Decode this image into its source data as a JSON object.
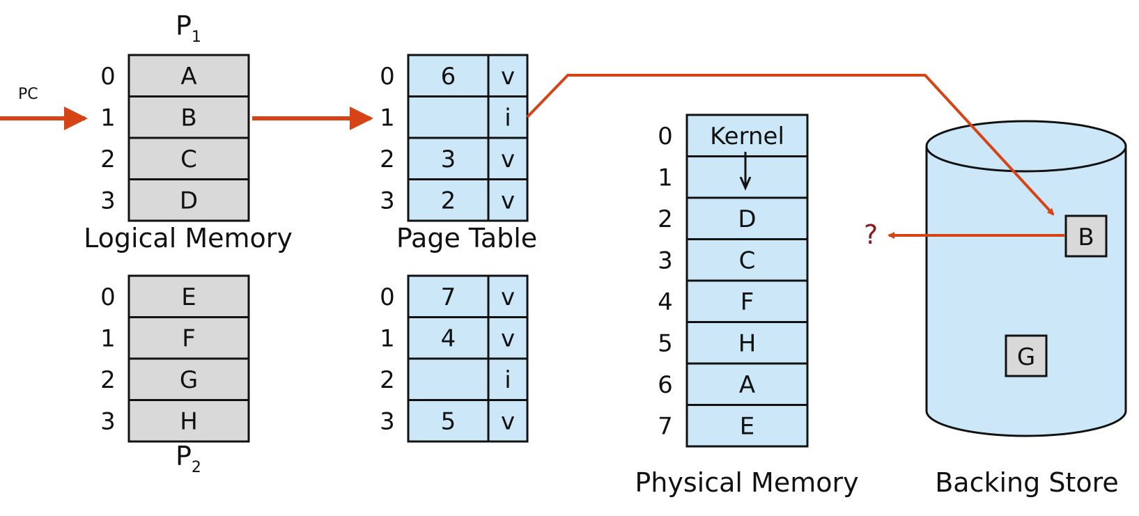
{
  "colors": {
    "arrow": "#d64315",
    "gray_cell": "#d9d9d9",
    "blue_cell": "#cce8f8",
    "question_mark": "#8b1a1a"
  },
  "p1": {
    "label": "P",
    "sub": "1"
  },
  "p2": {
    "label": "P",
    "sub": "2"
  },
  "pc_label": "PC",
  "logical_memory_caption": "Logical Memory",
  "page_table_caption": "Page Table",
  "physical_memory_caption": "Physical Memory",
  "backing_store_caption": "Backing Store",
  "logical_p1": {
    "indices": [
      "0",
      "1",
      "2",
      "3"
    ],
    "cells": [
      "A",
      "B",
      "C",
      "D"
    ]
  },
  "logical_p2": {
    "indices": [
      "0",
      "1",
      "2",
      "3"
    ],
    "cells": [
      "E",
      "F",
      "G",
      "H"
    ]
  },
  "page_table_p1": {
    "indices": [
      "0",
      "1",
      "2",
      "3"
    ],
    "frames": [
      "6",
      "",
      "3",
      "2"
    ],
    "valid": [
      "v",
      "i",
      "v",
      "v"
    ]
  },
  "page_table_p2": {
    "indices": [
      "0",
      "1",
      "2",
      "3"
    ],
    "frames": [
      "7",
      "4",
      "",
      "5"
    ],
    "valid": [
      "v",
      "v",
      "i",
      "v"
    ]
  },
  "physical_memory": {
    "indices": [
      "0",
      "1",
      "2",
      "3",
      "4",
      "5",
      "6",
      "7"
    ],
    "cells": [
      "Kernel",
      "",
      "D",
      "C",
      "F",
      "H",
      "A",
      "E"
    ]
  },
  "backing_store_pages": [
    "B",
    "G"
  ],
  "question_mark": "?"
}
